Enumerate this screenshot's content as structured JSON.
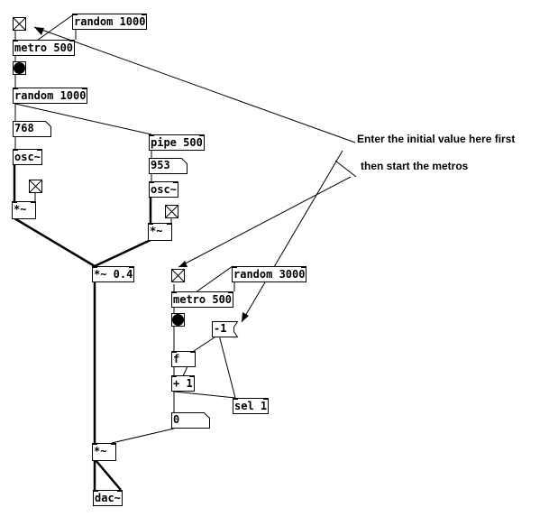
{
  "patch": {
    "objects": {
      "random_top": "random 1000",
      "metro_top": "metro 500",
      "random_mid": "random 1000",
      "pipe": "pipe 500",
      "osc_left": "osc~",
      "osc_right": "osc~",
      "mul_left": "*~",
      "mul_right": "*~",
      "mul_mix": "*~ 0.4",
      "random_3000": "random 3000",
      "metro_bottom": "metro 500",
      "f": "f",
      "plus1": "+ 1",
      "sel1": "sel 1",
      "mul_out": "*~",
      "dac": "dac~"
    },
    "numbers": {
      "freq_left": "768",
      "freq_right": "953",
      "init_value": "-1",
      "counter": "0"
    },
    "toggles": {
      "metro_top_toggle": true,
      "osc_left_toggle": true,
      "osc_right_toggle": true,
      "metro_bottom_toggle": true
    },
    "comments": {
      "line1": "Enter the initial value here first",
      "line2": "then start the metros"
    }
  }
}
